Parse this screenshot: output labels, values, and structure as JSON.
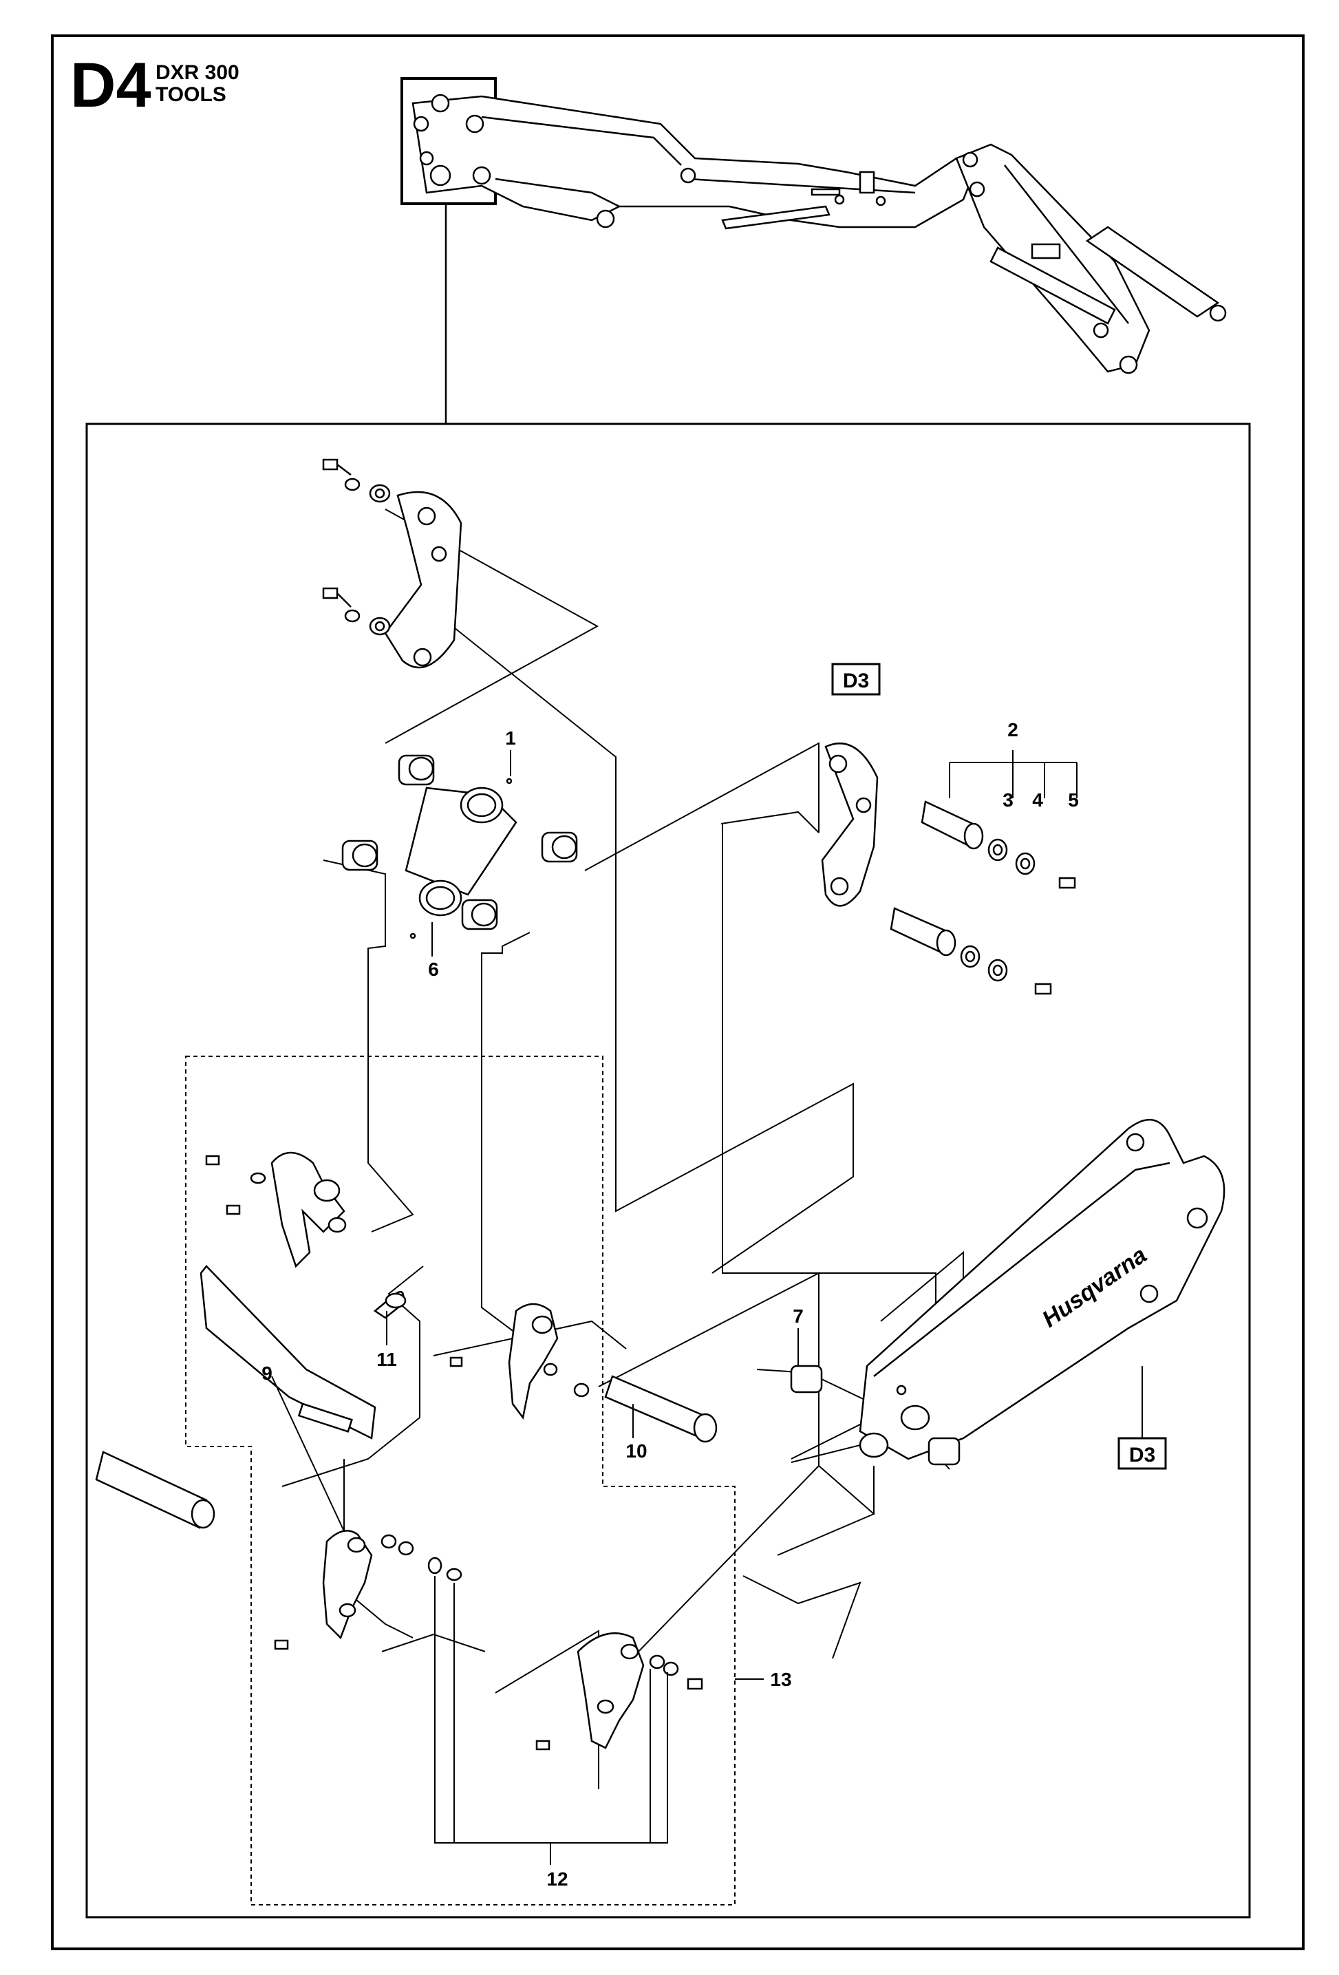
{
  "header": {
    "page_code": "D4",
    "model": "DXR 300",
    "section": "TOOLS"
  },
  "references": {
    "top_ref": "D3",
    "bottom_ref": "D3"
  },
  "brand_text": "Husqvarna",
  "callouts": [
    "1",
    "2",
    "3",
    "4",
    "5",
    "6",
    "7",
    "9",
    "10",
    "11",
    "12",
    "13"
  ]
}
